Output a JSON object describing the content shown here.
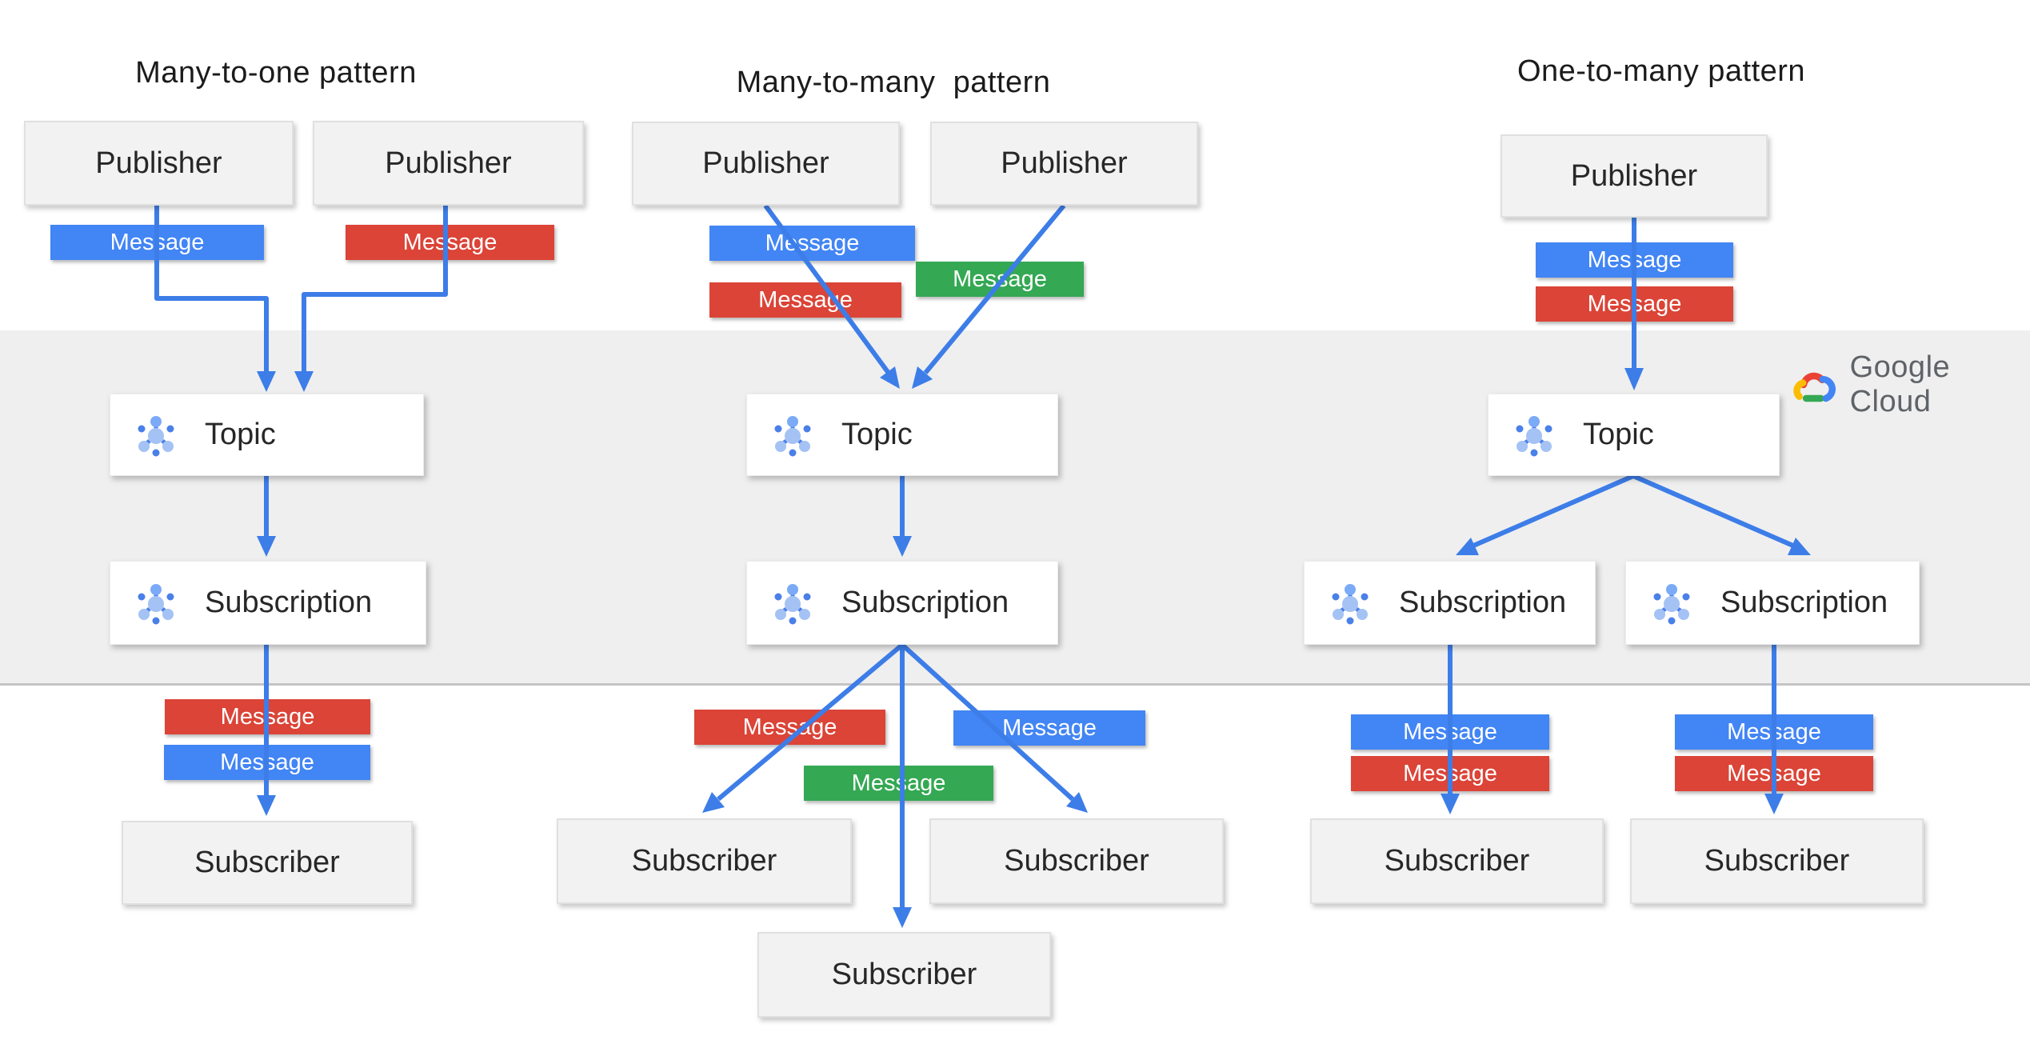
{
  "columns": [
    {
      "title": "Many-to-one pattern"
    },
    {
      "title": "Many-to-many  pattern"
    },
    {
      "title": "One-to-many pattern"
    }
  ],
  "node_labels": {
    "publisher": "Publisher",
    "topic": "Topic",
    "subscription": "Subscription",
    "subscriber": "Subscriber"
  },
  "message_label": "Message",
  "logo": {
    "label": "Google Cloud"
  },
  "icons": {
    "pubsub": "pubsub-cluster-icon",
    "cloud": "google-cloud-logo-icon",
    "arrow": "blue-arrow-connector"
  },
  "colors": {
    "blue": "#4285f4",
    "red": "#db4437",
    "green": "#34a853",
    "connector": "#3d7de8",
    "band_bg": "#efefef",
    "box_gray": "#f2f2f2",
    "box_white": "#ffffff",
    "logo_text": "#5f6368"
  }
}
